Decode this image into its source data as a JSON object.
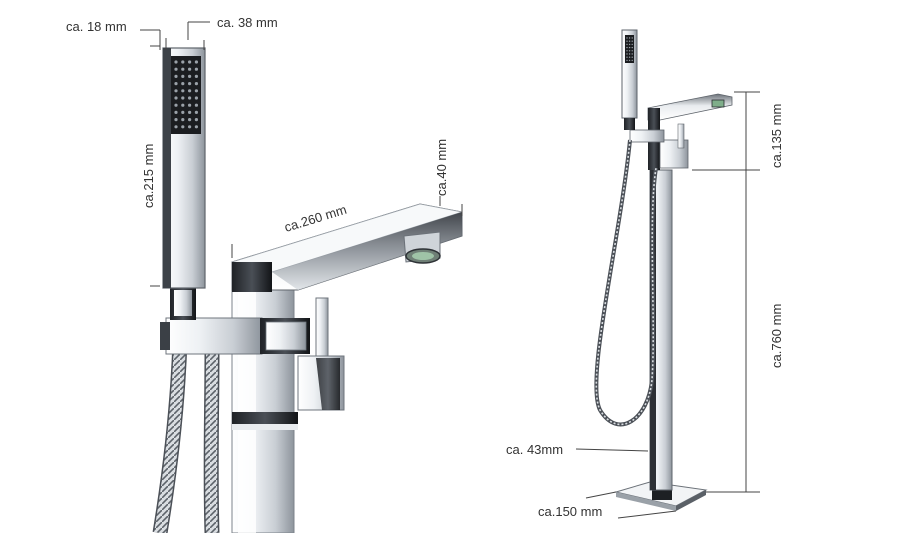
{
  "colors": {
    "chrome_light": "#f4f6f8",
    "chrome_mid": "#c8cdd3",
    "chrome_dark": "#2a2d31",
    "dimension_line": "#444444",
    "label_text": "#333333",
    "aerator_green": "#7fae8a"
  },
  "closeup_view": {
    "dimensions": {
      "handshower_thickness": "ca. 18 mm",
      "handshower_width": "ca. 38 mm",
      "handshower_length": "ca.215 mm",
      "spout_length": "ca.260 mm",
      "spout_height": "ca.40 mm"
    }
  },
  "full_view": {
    "dimensions": {
      "spout_rise": "ca.135 mm",
      "column_height": "ca.760 mm",
      "column_width": "ca. 43mm",
      "base_plate": "ca.150 mm"
    }
  }
}
